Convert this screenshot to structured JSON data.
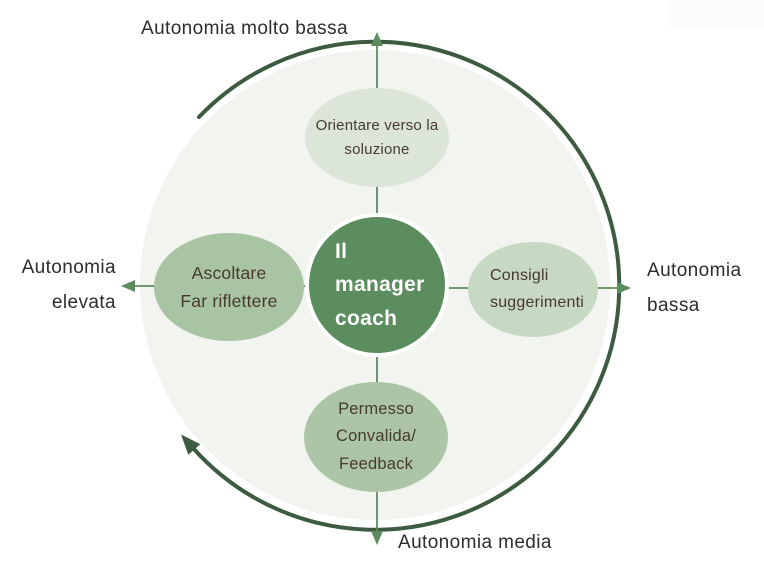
{
  "diagram": {
    "center": {
      "line1": "Il",
      "line2": "manager",
      "line3": "coach"
    },
    "bubbles": {
      "top": {
        "line1": "Orientare verso la",
        "line2": "soluzione"
      },
      "right": {
        "line1": "Consigli",
        "line2": "suggerimenti"
      },
      "bottom": {
        "line1": "Permesso",
        "line2": "Convalida/",
        "line3": "Feedback"
      },
      "left": {
        "line1": "Ascoltare",
        "line2": "Far riflettere"
      }
    },
    "axis_labels": {
      "top": "Autonomia molto bassa",
      "right_line1": "Autonomia",
      "right_line2": "bassa",
      "bottom": "Autonomia media",
      "left_line1": "Autonomia",
      "left_line2": "elevata"
    },
    "colors": {
      "background_circle": "#f2f4f0",
      "arc_stroke": "#3d5b40",
      "axis_arrow": "#5d8c60",
      "center_circle": "#5b8d5e",
      "bubble_top": "#dbe6d9",
      "bubble_right": "#c7d8c3",
      "bubble_bottom": "#abc5a6",
      "bubble_left": "#a9c4a3",
      "bubble_text": "#46392f",
      "label_text": "#2d2d2d"
    }
  }
}
